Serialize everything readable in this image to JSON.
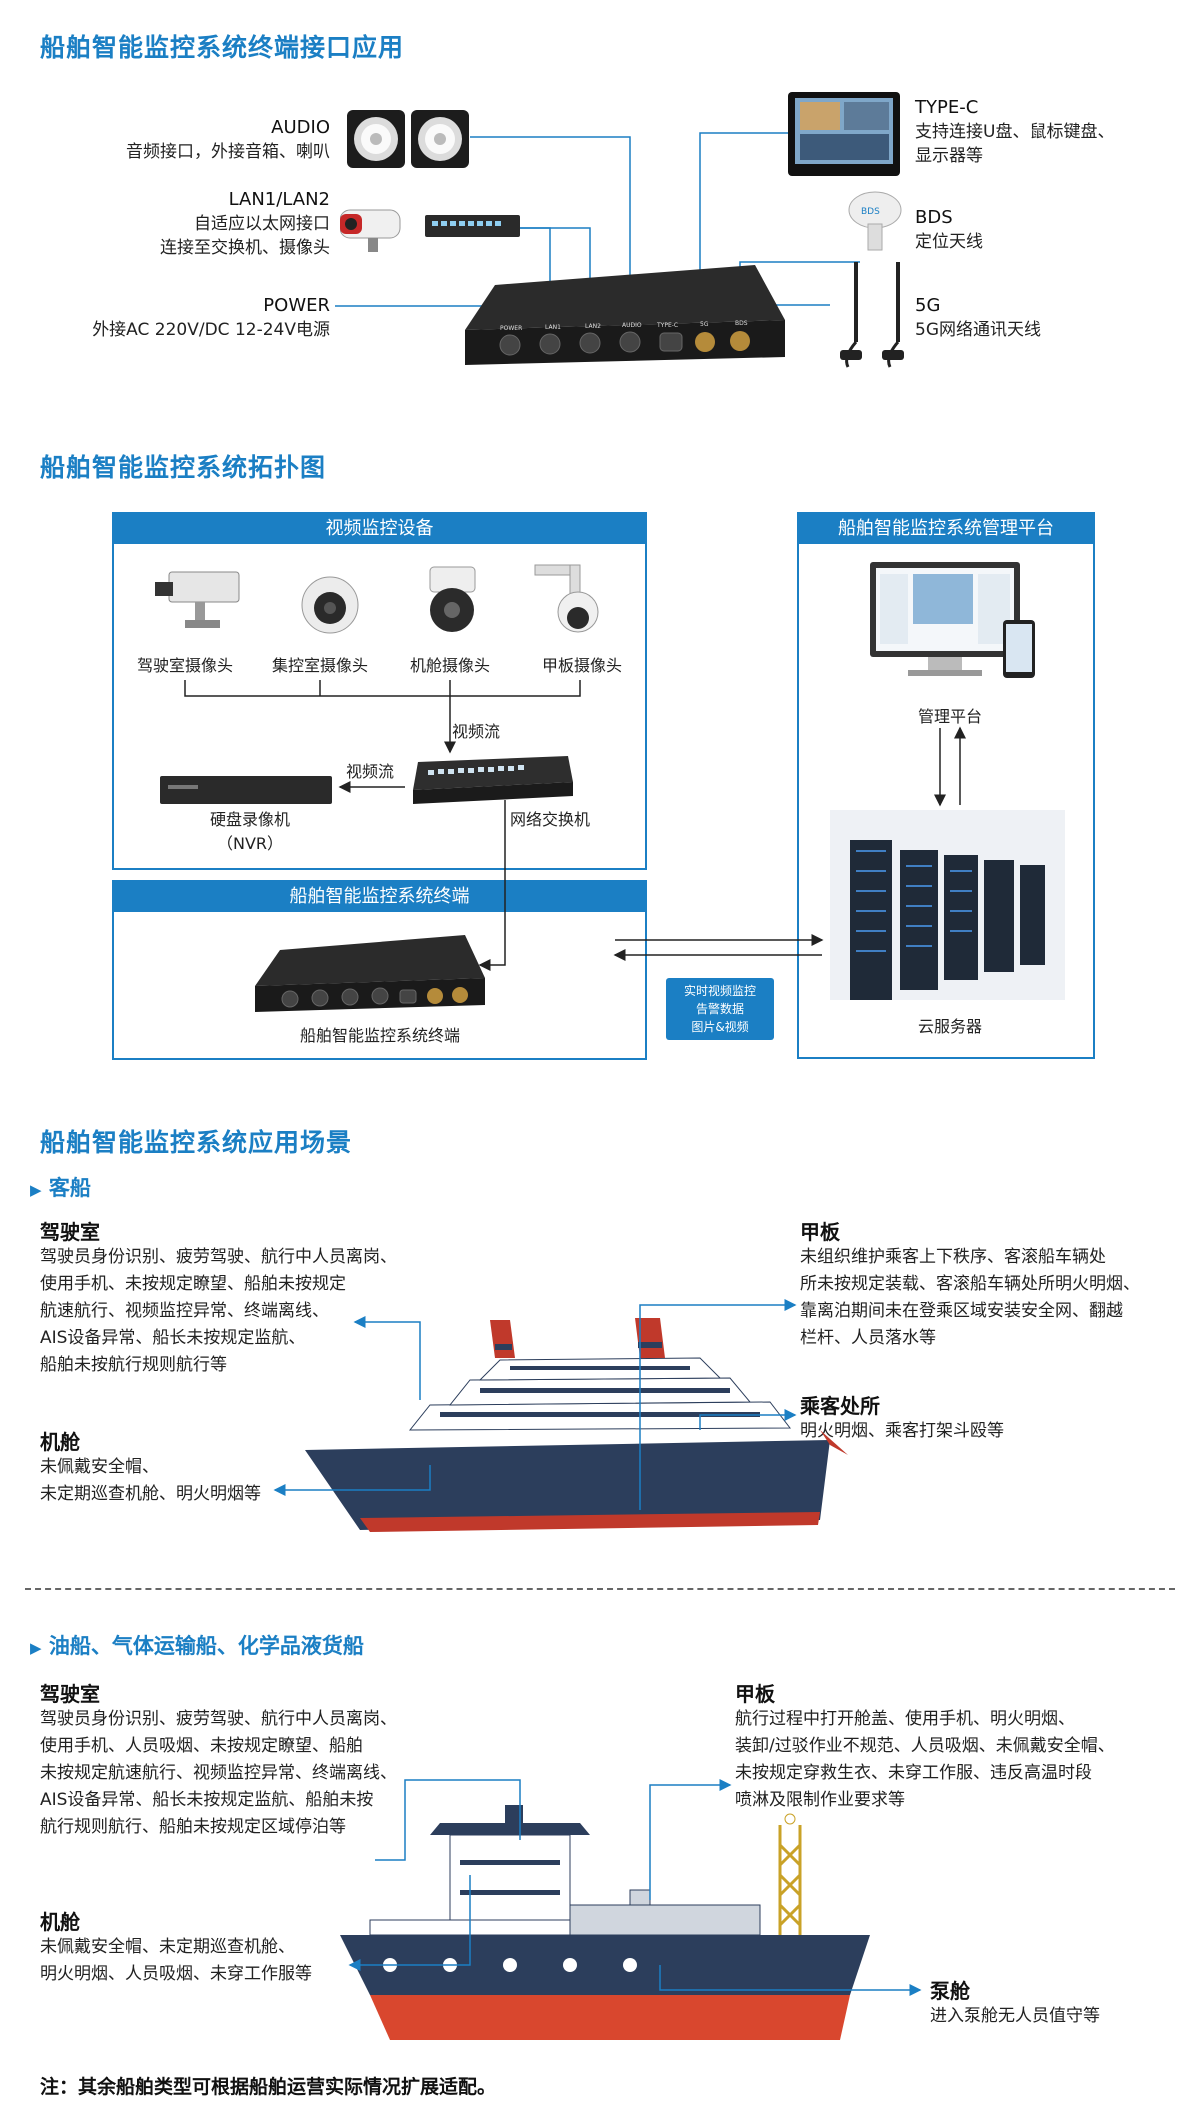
{
  "section1": {
    "title": "船舶智能监控系统终端接口应用",
    "ports": {
      "audio": {
        "name": "AUDIO",
        "desc": "音频接口，外接音箱、喇叭"
      },
      "lan": {
        "name": "LAN1/LAN2",
        "desc1": "自适应以太网接口",
        "desc2": "连接至交换机、摄像头"
      },
      "power": {
        "name": "POWER",
        "desc": "外接AC 220V/DC 12-24V电源"
      },
      "typec": {
        "name": "TYPE-C",
        "desc1": "支持连接U盘、鼠标键盘、",
        "desc2": "显示器等"
      },
      "bds": {
        "name": "BDS",
        "desc": "定位天线"
      },
      "fiveg": {
        "name": "5G",
        "desc": "5G网络通讯天线"
      }
    },
    "device_port_labels": [
      "POWER",
      "LAN1",
      "LAN2",
      "AUDIO",
      "TYPE-C",
      "5G",
      "BDS"
    ],
    "bds_brand": "BDS"
  },
  "section2": {
    "title": "船舶智能监控系统拓扑图",
    "video_box": {
      "title": "视频监控设备",
      "cameras": [
        "驾驶室摄像头",
        "集控室摄像头",
        "机舱摄像头",
        "甲板摄像头"
      ],
      "stream1": "视频流",
      "stream2": "视频流",
      "nvr1": "硬盘录像机",
      "nvr2": "（NVR）",
      "switch": "网络交换机"
    },
    "platform_box": {
      "title": "船舶智能监控系统管理平台",
      "platform": "管理平台",
      "server": "云服务器"
    },
    "terminal_box": {
      "title": "船舶智能监控系统终端",
      "caption": "船舶智能监控系统终端"
    },
    "badge": [
      "实时视频监控",
      "告警数据",
      "图片&视频"
    ]
  },
  "section3": {
    "title": "船舶智能监控系统应用场景",
    "passenger": {
      "heading": "客船",
      "bridge_title": "驾驶室",
      "bridge_lines": [
        "驾驶员身份识别、疲劳驾驶、航行中人员离岗、",
        "使用手机、未按规定瞭望、船舶未按规定",
        "航速航行、视频监控异常、终端离线、",
        "AIS设备异常、船长未按规定监航、",
        "船舶未按航行规则航行等"
      ],
      "engine_title": "机舱",
      "engine_lines": [
        "未佩戴安全帽、",
        "未定期巡查机舱、明火明烟等"
      ],
      "deck_title": "甲板",
      "deck_lines": [
        "未组织维护乘客上下秩序、客滚船车辆处",
        "所未按规定装载、客滚船车辆处所明火明烟、",
        "靠离泊期间未在登乘区域安装安全网、翻越",
        "栏杆、人员落水等"
      ],
      "pax_title": "乘客处所",
      "pax_lines": [
        "明火明烟、乘客打架斗殴等"
      ]
    },
    "tanker": {
      "heading": "油船、气体运输船、化学品液货船",
      "bridge_title": "驾驶室",
      "bridge_lines": [
        "驾驶员身份识别、疲劳驾驶、航行中人员离岗、",
        "使用手机、人员吸烟、未按规定瞭望、船舶",
        "未按规定航速航行、视频监控异常、终端离线、",
        "AIS设备异常、船长未按规定监航、船舶未按",
        "航行规则航行、船舶未按规定区域停泊等"
      ],
      "engine_title": "机舱",
      "engine_lines": [
        "未佩戴安全帽、未定期巡查机舱、",
        "明火明烟、人员吸烟、未穿工作服等"
      ],
      "deck_title": "甲板",
      "deck_lines": [
        "航行过程中打开舱盖、使用手机、明火明烟、",
        "装卸/过驳作业不规范、人员吸烟、未佩戴安全帽、",
        "未按规定穿救生衣、未穿工作服、违反高温时段",
        "喷淋及限制作业要求等"
      ],
      "pump_title": "泵舱",
      "pump_lines": [
        "进入泵舱无人员值守等"
      ]
    }
  },
  "note": "注：其余船舶类型可根据船舶运营实际情况扩展适配。",
  "colors": {
    "accent": "#1b7fc4",
    "ship_red": "#d9472e",
    "ship_navy": "#2c3e5c"
  }
}
